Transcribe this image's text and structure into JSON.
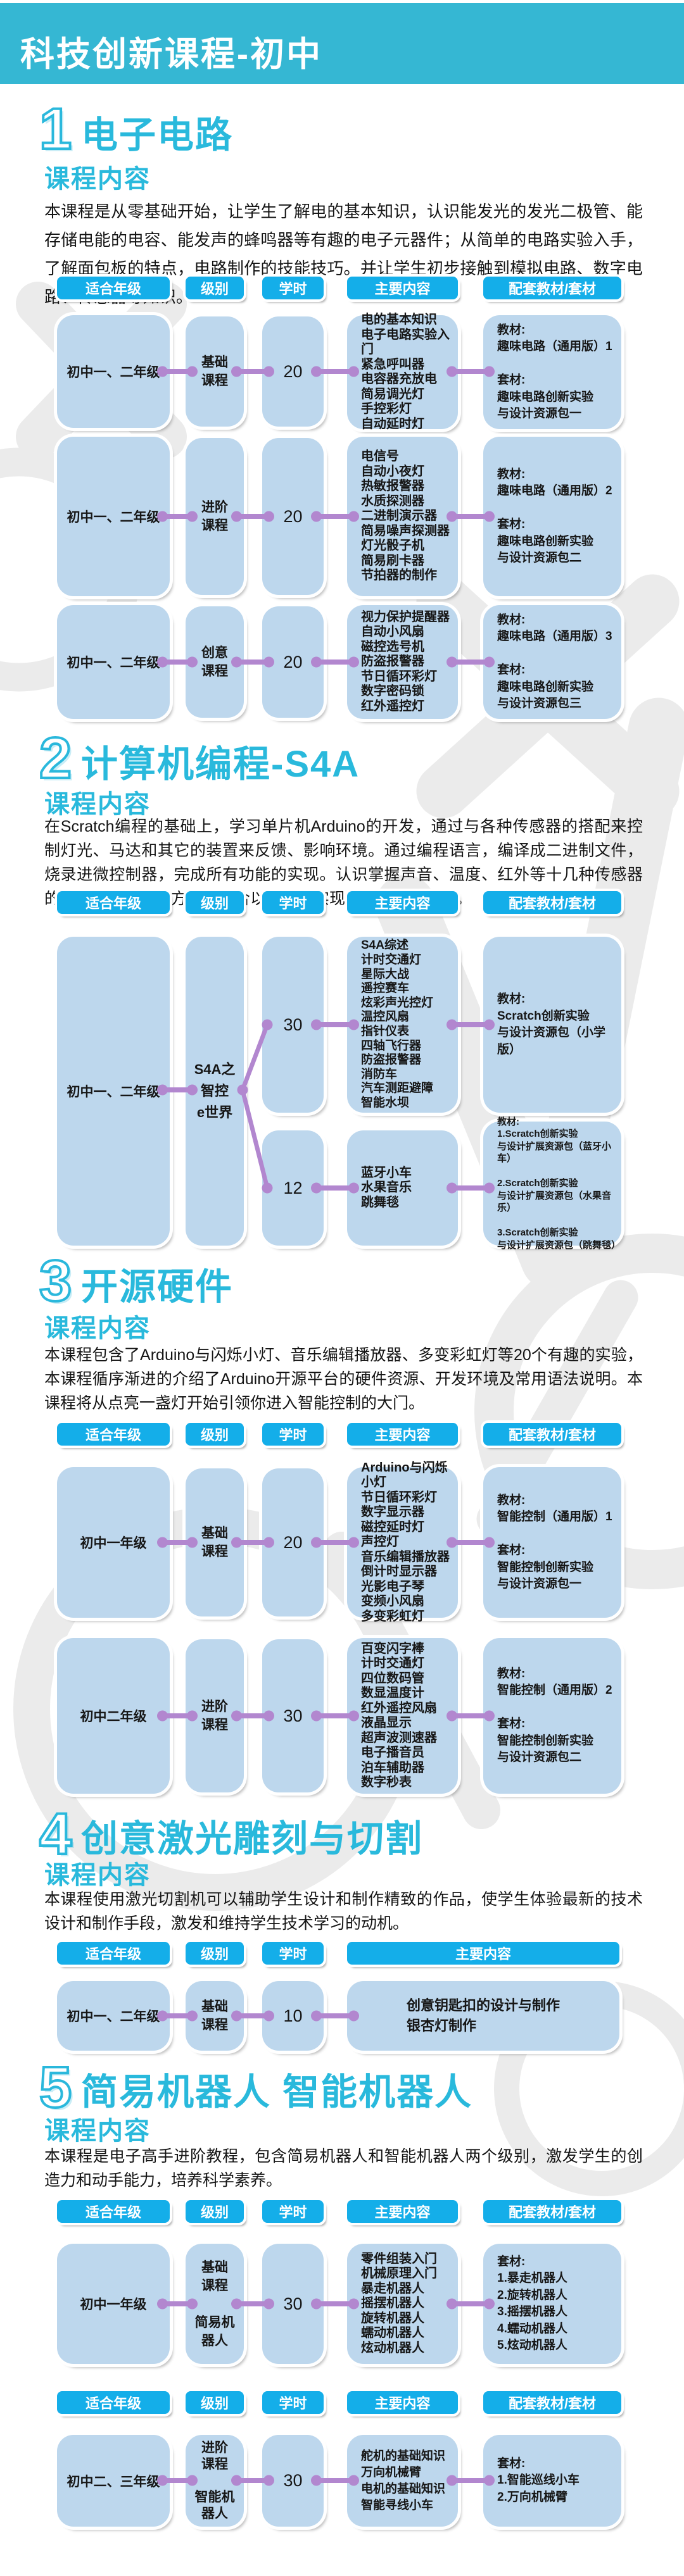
{
  "header": {
    "title": "科技创新课程-初中"
  },
  "columns": {
    "grade": "适合年级",
    "level": "级别",
    "hours": "学时",
    "content": "主要内容",
    "kit": "配套教材/套材"
  },
  "sections": [
    {
      "number": "1",
      "title": "电子电路",
      "subtitle": "课程内容",
      "intro": "本课程是从零基础开始，让学生了解电的基本知识，认识能发光的发光二极管、能存储电能的电容、能发声的蜂鸣器等有趣的电子元器件；从简单的电路实验入手，了解面包板的特点，电路制作的技能技巧。并让学生初步接触到模拟电路、数字电路、传感器等知识。",
      "rows": [
        {
          "grade": "初中一、二年级",
          "level": "基础\n课程",
          "hours": "20",
          "content": [
            "电的基本知识",
            "电子电路实验入门",
            "紧急呼叫器",
            "电容器充放电",
            "简易调光灯",
            "手控彩灯",
            "自动延时灯"
          ],
          "kit": [
            "教材:",
            "趣味电路（通用版）1",
            "",
            "套材:",
            "趣味电路创新实验",
            "与设计资源包一"
          ]
        },
        {
          "grade": "初中一、二年级",
          "level": "进阶\n课程",
          "hours": "20",
          "content": [
            "电信号",
            "自动小夜灯",
            "热敏报警器",
            "水质探测器",
            "二进制演示器",
            "简易噪声探测器",
            "灯光骰子机",
            "简易刷卡器",
            "节拍器的制作"
          ],
          "kit": [
            "教材:",
            "趣味电路（通用版）2",
            "",
            "套材:",
            "趣味电路创新实验",
            "与设计资源包二"
          ]
        },
        {
          "grade": "初中一、二年级",
          "level": "创意\n课程",
          "hours": "20",
          "content": [
            "视力保护提醒器",
            "自动小风扇",
            "磁控选号机",
            "防盗报警器",
            "节日循环彩灯",
            "数字密码锁",
            "红外遥控灯"
          ],
          "kit": [
            "教材:",
            "趣味电路（通用版）3",
            "",
            "套材:",
            "趣味电路创新实验",
            "与设计资源包三"
          ]
        }
      ]
    },
    {
      "number": "2",
      "title": "计算机编程-S4A",
      "subtitle": "课程内容",
      "intro": "在Scratch编程的基础上，学习单片机Arduino的开发，通过与各种传感器的搭配来控制灯光、马达和其它的装置来反馈、影响环境。通过编程语言，编译成二进制文件，烧录进微控制器，完成所有功能的实现。认识掌握声音、温度、红外等十几种传感器的功能特点和使用方法。结合以上所学实现各种个性化作品。",
      "grade": "初中一、二年级",
      "level": "S4A之\n智控\ne世界",
      "branches": [
        {
          "hours": "30",
          "content": [
            "S4A综述",
            "计时交通灯",
            "星际大战",
            "遥控赛车",
            "炫彩声光控灯",
            "温控风扇",
            "指针仪表",
            "四轴飞行器",
            "防盗报警器",
            "消防车",
            "汽车测距避障",
            "智能水坝"
          ],
          "kit": [
            "教材:",
            "Scratch创新实验",
            "与设计资源包（小学版）"
          ]
        },
        {
          "hours": "12",
          "content": [
            "蓝牙小车",
            "水果音乐",
            "跳舞毯"
          ],
          "kit": [
            "教材:",
            "1.Scratch创新实验",
            "与设计扩展资源包（蓝牙小车）",
            "",
            "2.Scratch创新实验",
            "与设计扩展资源包（水果音乐）",
            "",
            "3.Scratch创新实验",
            "与设计扩展资源包（跳舞毯）"
          ]
        }
      ]
    },
    {
      "number": "3",
      "title": "开源硬件",
      "subtitle": "课程内容",
      "intro": "本课程包含了Arduino与闪烁小灯、音乐编辑播放器、多变彩虹灯等20个有趣的实验，本课程循序渐进的介绍了Arduino开源平台的硬件资源、开发环境及常用语法说明。本课程将从点亮一盏灯开始引领你进入智能控制的大门。",
      "rows": [
        {
          "grade": "初中一年级",
          "level": "基础\n课程",
          "hours": "20",
          "content": [
            "Arduino与闪烁小灯",
            "节日循环彩灯",
            "数字显示器",
            "磁控延时灯",
            "声控灯",
            "音乐编辑播放器",
            "倒计时显示器",
            "光影电子琴",
            "变频小风扇",
            "多变彩虹灯"
          ],
          "kit": [
            "教材:",
            "智能控制（通用版）1",
            "",
            "套材:",
            "智能控制创新实验",
            "与设计资源包一"
          ]
        },
        {
          "grade": "初中二年级",
          "level": "进阶\n课程",
          "hours": "30",
          "content": [
            "百变闪字棒",
            "计时交通灯",
            "四位数码管",
            "数显温度计",
            "红外遥控风扇",
            "液晶显示",
            "超声波测速器",
            "电子播音员",
            "泊车辅助器",
            "数字秒表"
          ],
          "kit": [
            "教材:",
            "智能控制（通用版）2",
            "",
            "套材:",
            "智能控制创新实验",
            "与设计资源包二"
          ]
        }
      ]
    },
    {
      "number": "4",
      "title": "创意激光雕刻与切割",
      "subtitle": "课程内容",
      "intro": "本课程使用激光切割机可以辅助学生设计和制作精致的作品，使学生体验最新的技术设计和制作手段，激发和维持学生技术学习的动机。",
      "rows": [
        {
          "grade": "初中一、二年级",
          "level": "基础\n课程",
          "hours": "10",
          "content": [
            "创意钥匙扣的设计与制作",
            "银杏灯制作"
          ]
        }
      ]
    },
    {
      "number": "5",
      "title": "简易机器人  智能机器人",
      "subtitle": "课程内容",
      "intro": "本课程是电子高手进阶教程，包含简易机器人和智能机器人两个级别，激发学生的创造力和动手能力，培养科学素养。",
      "rows": [
        {
          "grade": "初中一年级",
          "level": "基础\n课程\n\n简易机\n器人",
          "hours": "30",
          "content": [
            "零件组装入门",
            "机械原理入门",
            "暴走机器人",
            "摇摆机器人",
            "旋转机器人",
            "蠕动机器人",
            "炫动机器人"
          ],
          "kit": [
            "套材:",
            "1.暴走机器人",
            "2.旋转机器人",
            "3.摇摆机器人",
            "4.蠕动机器人",
            "5.炫动机器人"
          ]
        },
        {
          "grade": "初中二、三年级",
          "level": "进阶\n课程\n\n智能机\n器人",
          "hours": "30",
          "content": [
            "舵机的基础知识",
            "万向机械臂",
            "电机的基础知识",
            "智能寻线小车"
          ],
          "kit": [
            "套材:",
            "1.智能巡线小车",
            "2.万向机械臂"
          ]
        }
      ]
    }
  ]
}
